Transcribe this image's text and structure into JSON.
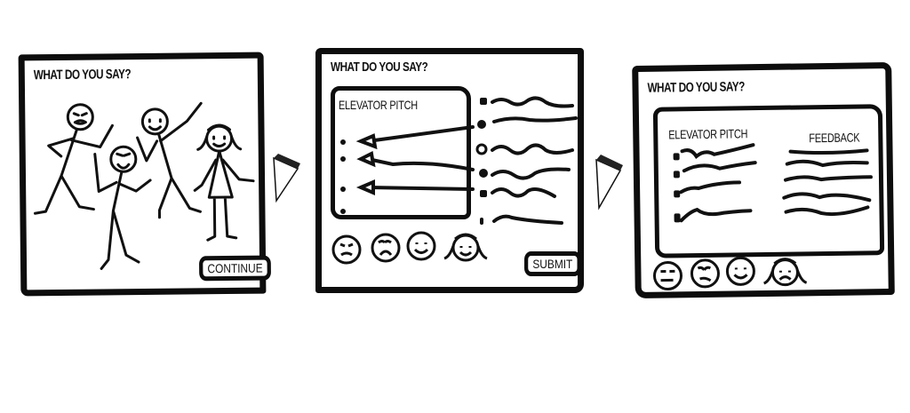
{
  "storyboard": {
    "panels": [
      {
        "title": "WHAT DO YOU SAY?",
        "characters": [
          "angry-stick-figure",
          "crying-stick-figure",
          "happy-pointing-stick-figure",
          "smiling-girl-stick-figure"
        ],
        "button_label": "CONTINUE"
      },
      {
        "title": "WHAT DO YOU SAY?",
        "pitch_box_title": "ELEVATOR PITCH",
        "options_count": 6,
        "selected_options": [
          2,
          4,
          5
        ],
        "reactions": [
          "angry-face",
          "crying-face",
          "smile-face",
          "girl-smile-face"
        ],
        "button_label": "SUBMIT"
      },
      {
        "title": "WHAT DO YOU SAY?",
        "pitch_box_title": "ELEVATOR PITCH",
        "feedback_title": "FEEDBACK",
        "pitch_lines": 4,
        "feedback_lines": 5,
        "reactions": [
          "neutral-face",
          "skeptical-face",
          "smile-face",
          "girl-sad-face"
        ]
      }
    ],
    "transition_icons": [
      "next-arrow-icon",
      "next-arrow-icon"
    ]
  }
}
